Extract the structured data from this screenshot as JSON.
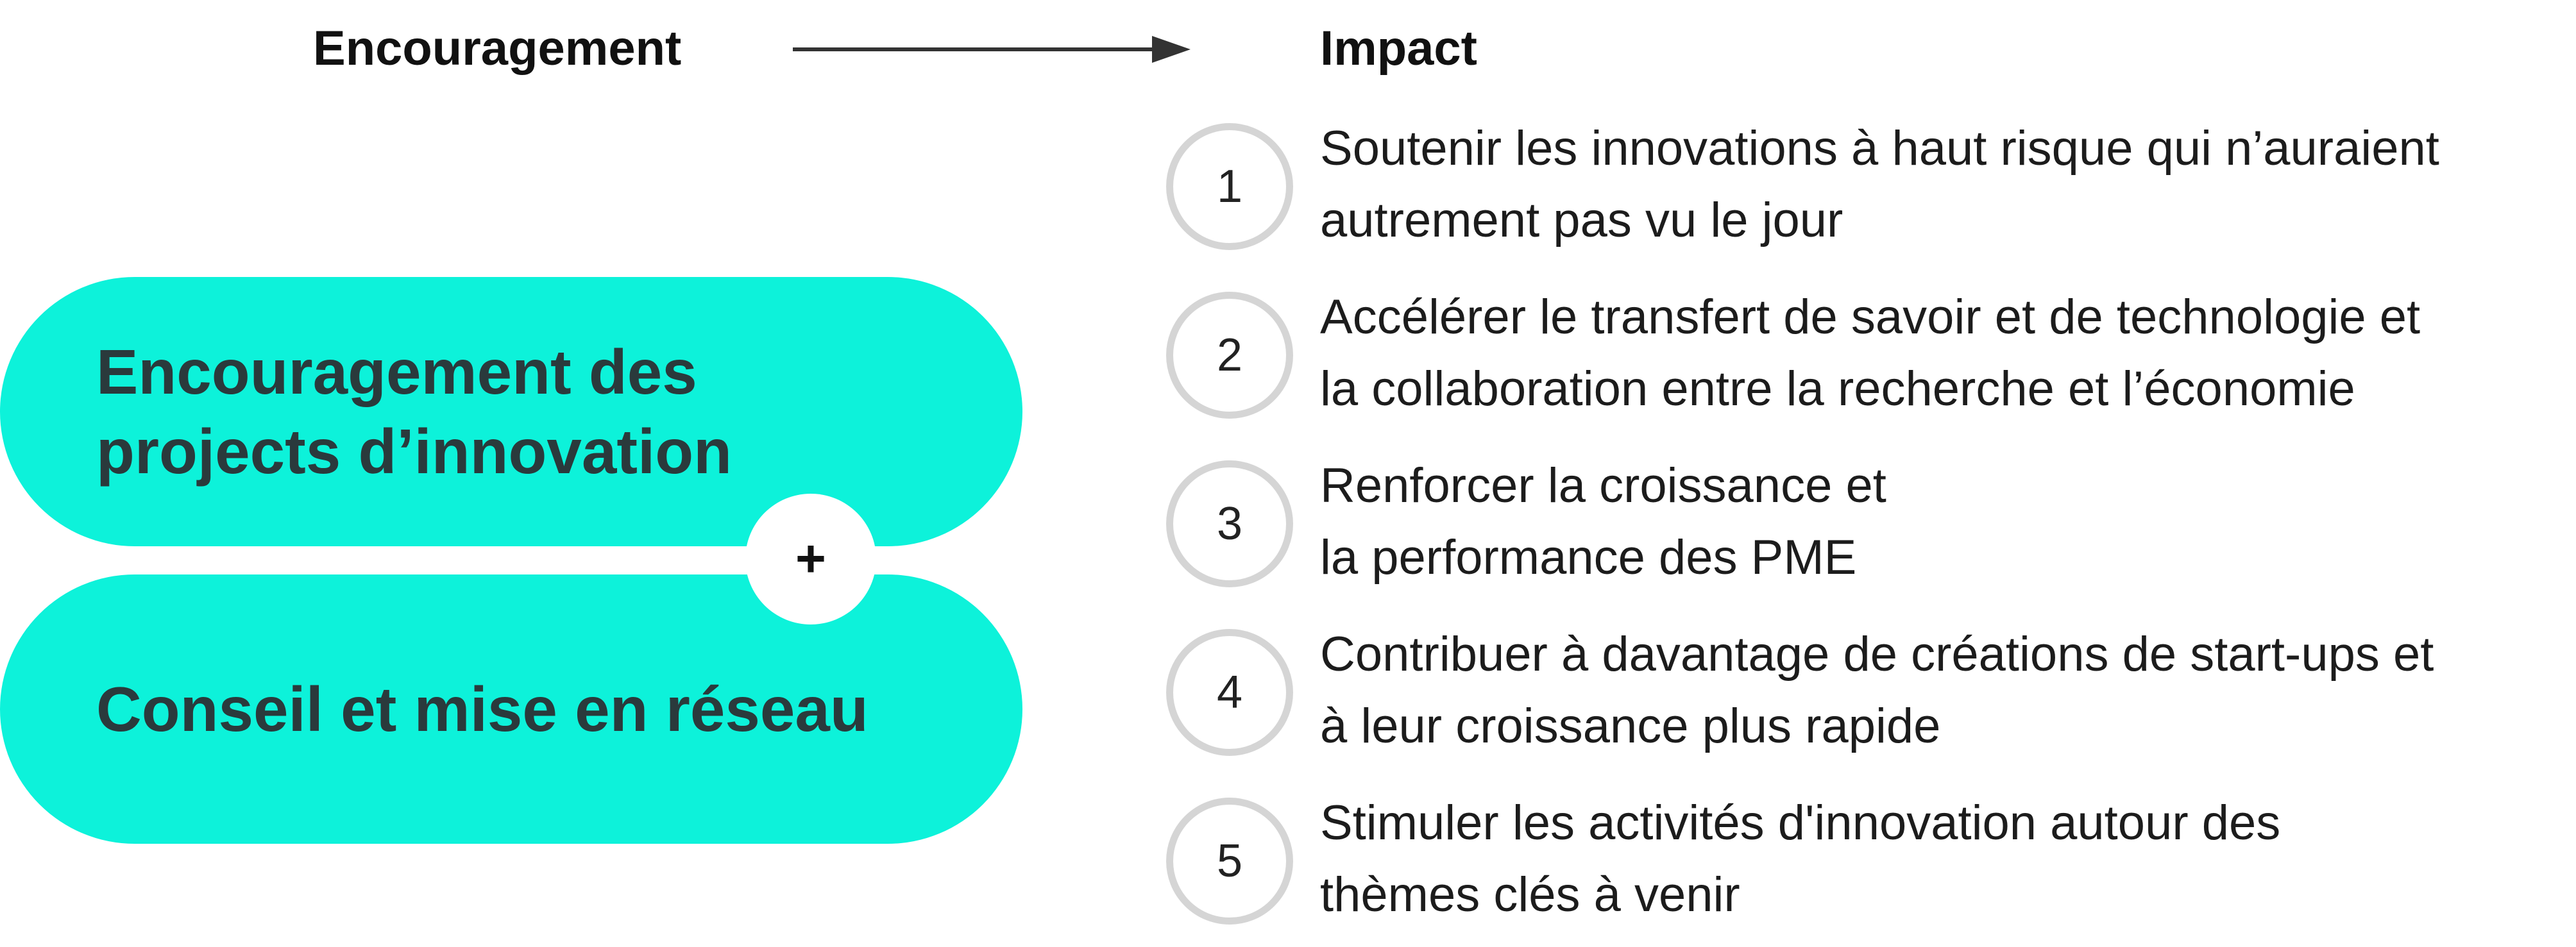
{
  "header": {
    "left_label": "Encouragement",
    "right_label": "Impact"
  },
  "pills": {
    "top": "Encouragement des\nprojects d’innovation",
    "bottom": "Conseil et mise en réseau",
    "connector": "+"
  },
  "impacts": [
    {
      "number": "1",
      "text": "Soutenir les innovations à haut risque qui n’auraient\nautrement pas vu le jour"
    },
    {
      "number": "2",
      "text": "Accélérer le transfert de savoir et de technologie et\nla collaboration entre la recherche et l’économie"
    },
    {
      "number": "3",
      "text": "Renforcer la croissance et\nla performance des PME"
    },
    {
      "number": "4",
      "text": "Contribuer à davantage de créations de start-ups et\nà leur croissance plus rapide"
    },
    {
      "number": "5",
      "text": "Stimuler les activités d'innovation autour des\nthèmes clés à venir"
    }
  ],
  "colors": {
    "pill": "#0df2da",
    "pill_text": "#2a3a3c",
    "circle_border": "#d5d5d5",
    "arrow": "#333333"
  },
  "icons": {
    "flow": "arrow-right-icon",
    "connector": "plus-icon"
  }
}
